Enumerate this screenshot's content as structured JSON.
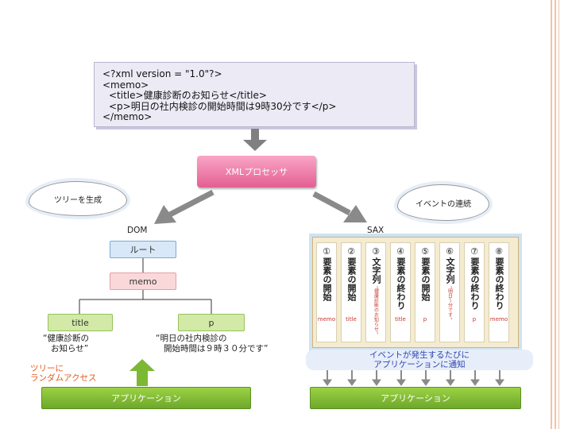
{
  "xml_source": {
    "lines": [
      "<?xml version = \"1.0\"?>",
      "<memo>",
      "  <title>健康診断のお知らせ</title>",
      "  <p>明日の社内検診の開始時間は9時30分です</p>",
      "</memo>"
    ]
  },
  "processor": {
    "label": "XMLプロセッサ"
  },
  "dom": {
    "heading": "DOM",
    "cloud_label": "ツリーを生成",
    "nodes": {
      "root": "ルート",
      "memo": "memo",
      "title": "title",
      "p": "p"
    },
    "title_text": [
      "“健康診断の",
      "お知らせ”"
    ],
    "p_text": [
      "“明日の社内検診の",
      "開始時間は９時３０分です”"
    ],
    "random_access": [
      "ツリーに",
      "ランダムアクセス"
    ],
    "app_label": "アプリケーション"
  },
  "sax": {
    "heading": "SAX",
    "cloud_label": "イベントの連続",
    "events": [
      {
        "num": "①",
        "label": "要素の開始",
        "sub": "",
        "value": "memo"
      },
      {
        "num": "②",
        "label": "要素の開始",
        "sub": "",
        "value": "title"
      },
      {
        "num": "③",
        "label": "文字列",
        "sub": "“健康診断のお知らせ”",
        "value": ""
      },
      {
        "num": "④",
        "label": "要素の終わり",
        "sub": "",
        "value": "title"
      },
      {
        "num": "⑤",
        "label": "要素の開始",
        "sub": "",
        "value": "p"
      },
      {
        "num": "⑥",
        "label": "文字列",
        "sub": "“明日〜分です”",
        "value": ""
      },
      {
        "num": "⑦",
        "label": "要素の終わり",
        "sub": "",
        "value": "p"
      },
      {
        "num": "⑧",
        "label": "要素の終わり",
        "sub": "",
        "value": "memo"
      }
    ],
    "notice": [
      "イベントが発生するたびに",
      "アプリケーションに通知"
    ],
    "app_label": "アプリケーション"
  },
  "colors": {
    "arrow_gray": "#808080",
    "processor_pink": "#e45e93",
    "app_green": "#7cb834",
    "random_orange": "#e05a1c",
    "notice_blue": "#2e44b0"
  }
}
